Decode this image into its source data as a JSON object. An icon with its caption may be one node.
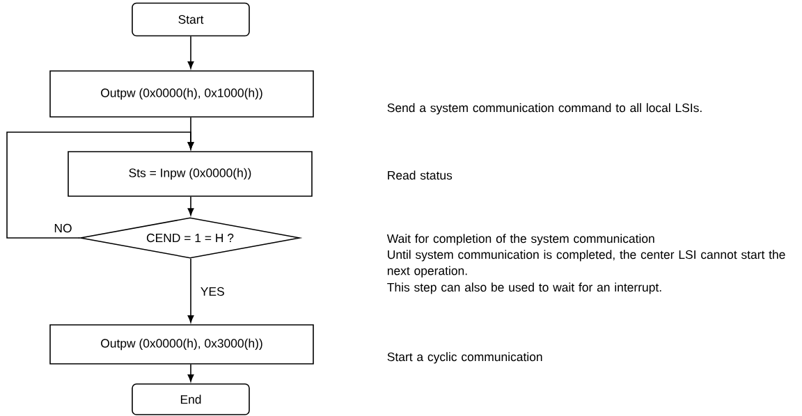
{
  "diagram": {
    "nodes": [
      {
        "text": [
          "Start"
        ]
      },
      {
        "text": [
          "Outpw (0x0000(h), 0x1000(h))"
        ]
      },
      {
        "text": [
          "Sts = Inpw (0x0000(h))"
        ]
      },
      {
        "text": [
          "CEND = 1 = H ?"
        ]
      },
      {
        "text": [
          "Outpw (0x0000(h), 0x3000(h))"
        ]
      },
      {
        "text": [
          "End"
        ]
      }
    ],
    "edges": [
      {
        "from": 0,
        "to": 1,
        "arrow": "to"
      },
      {
        "from": 1,
        "to": 2,
        "arrow": "to"
      },
      {
        "from": 2,
        "to": 3,
        "arrow": "to"
      },
      {
        "from": 3,
        "to": 4,
        "label": "YES",
        "arrow": "to"
      },
      {
        "from": 3,
        "to": 2,
        "label": "NO",
        "arrow": "to"
      },
      {
        "from": 4,
        "to": 5,
        "arrow": "to"
      }
    ],
    "labels": [
      "Send a system communication command to all local LSIs.",
      "Read status",
      "Wait for completion of the system communication",
      "Until system communication is completed, the center LSI cannot start the next operation.",
      "This step can also be used to wait for an interrupt.",
      "Start a cyclic communication"
    ]
  }
}
